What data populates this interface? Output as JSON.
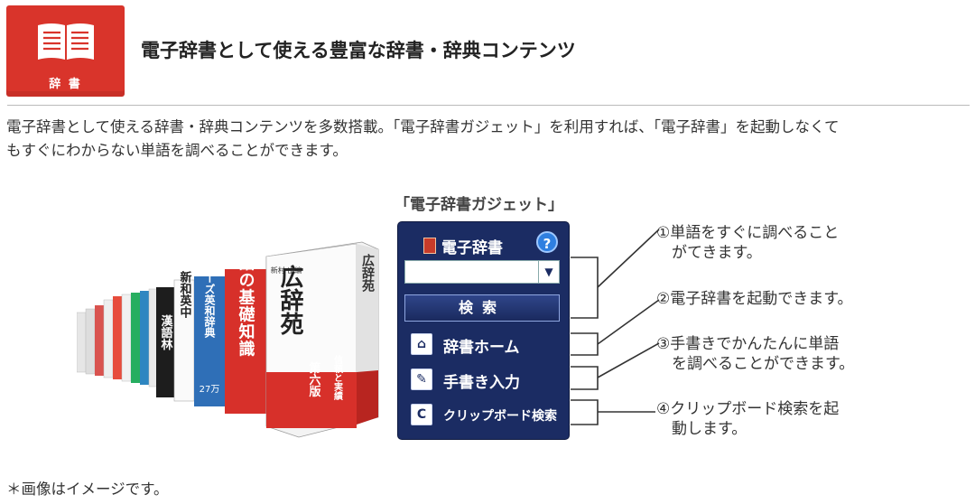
{
  "header": {
    "logo_label": "辞 書",
    "title": "電子辞書として使える豊富な辞書・辞典コンテンツ"
  },
  "description": {
    "line1": "電子辞書として使える辞書・辞典コンテンツを多数搭載。「電子辞書ガジェット」を利用すれば、「電子辞書」を起動しなくて",
    "line2": "もすぐにわからない単語を調べることができます。"
  },
  "gadget": {
    "caption": "「電子辞書ガジェット」",
    "title": "電子辞書",
    "help_symbol": "?",
    "dropdown_symbol": "▼",
    "search_label": "検索",
    "items": [
      {
        "label": "辞書ホーム",
        "icon": "home-icon",
        "icon_glyph": "⌂"
      },
      {
        "label": "手書き入力",
        "icon": "pen-icon",
        "icon_glyph": "✎"
      },
      {
        "label": "クリップボード検索",
        "icon": "clipboard-icon",
        "icon_glyph": "C"
      }
    ]
  },
  "notes": [
    {
      "line1": "①単語をすぐに調べること",
      "line2": "　がてきます。"
    },
    {
      "line1": "②電子辞書を起動できます。",
      "line2": ""
    },
    {
      "line1": "③手書きでかんたんに単語",
      "line2": "　を調べることができます。"
    },
    {
      "line1": "④クリップボード検索を起",
      "line2": "　動します。"
    }
  ],
  "books": {
    "main_title": "広辞苑",
    "main_edition": "第六版",
    "main_subtitle": "信頼と実績",
    "main_author": "新村 出編",
    "red_title": "現代用語の基礎知識",
    "blue_title": "リーダーズ英和辞典",
    "small_title": "新和英中",
    "kanji_title": "漢語林",
    "count": "27万"
  },
  "footnote": "＊画像はイメージです。",
  "colors": {
    "logo_red": "#d9342b",
    "gadget_navy": "#1b2c63",
    "book_red": "#d7302a"
  }
}
